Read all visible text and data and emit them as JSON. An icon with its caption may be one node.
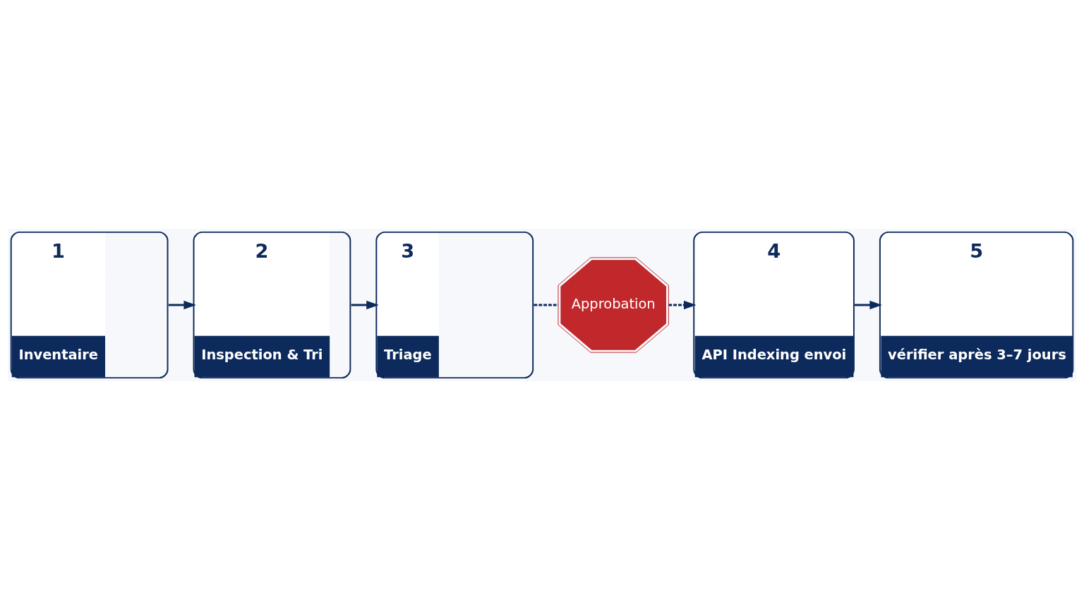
{
  "diagram": {
    "nodes": [
      {
        "text": [
          "1",
          "Inventaire"
        ]
      },
      {
        "text": [
          "2",
          "Inspection & Tri"
        ]
      },
      {
        "text": [
          "3",
          "Triage"
        ]
      },
      {
        "text": [
          "Approbation"
        ]
      },
      {
        "text": [
          "4",
          "API Indexing envoi"
        ]
      },
      {
        "text": [
          "5",
          "vérifier après 3–7 jours"
        ]
      }
    ],
    "edges": [
      {
        "from": 0,
        "to": 1,
        "arrow": "to"
      },
      {
        "from": 1,
        "to": 2,
        "arrow": "to"
      },
      {
        "from": 2,
        "to": 3,
        "arrow": "none",
        "style": "dashed"
      },
      {
        "from": 3,
        "to": 4,
        "arrow": "to",
        "style": "dashed"
      },
      {
        "from": 4,
        "to": 5,
        "arrow": "to"
      }
    ]
  }
}
